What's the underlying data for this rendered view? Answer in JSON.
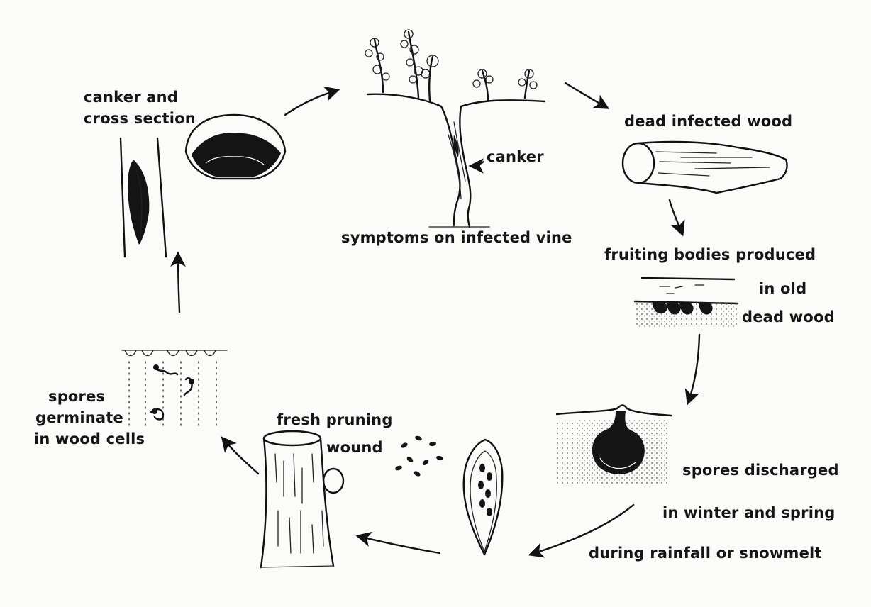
{
  "diagram": {
    "labels": {
      "canker_cross_section_line1": "canker and",
      "canker_cross_section_line2": "cross section",
      "canker": "canker",
      "symptoms": "symptoms on infected vine",
      "dead_wood": "dead infected wood",
      "fruiting_line1": "fruiting bodies produced",
      "fruiting_line2": "in old",
      "fruiting_line3": "dead wood",
      "discharge_line1": "spores discharged",
      "discharge_line2": "in winter and spring",
      "discharge_line3": "during rainfall or snowmelt",
      "wound_line1": "fresh pruning",
      "wound_line2": "wound",
      "germinate_line1": "spores",
      "germinate_line2": "germinate",
      "germinate_line3": "in wood cells"
    }
  }
}
